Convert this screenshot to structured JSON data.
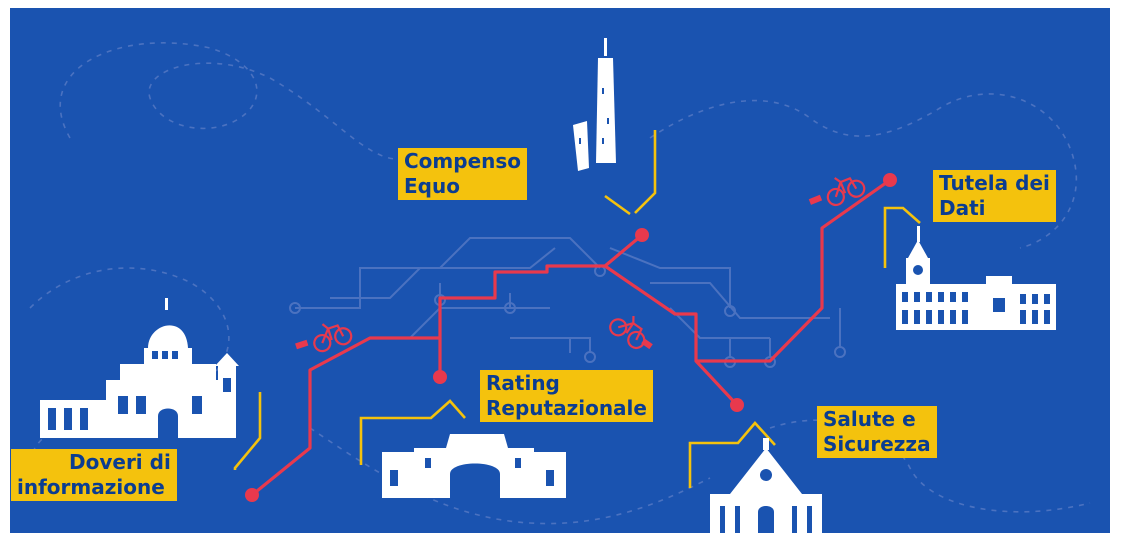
{
  "colors": {
    "background": "#1a53b0",
    "route": "#e8394d",
    "label_bg": "#f4c20d",
    "label_text": "#0b3d91",
    "building": "#ffffff",
    "callout": "#f4c20d",
    "circuit": "#4b72c0"
  },
  "labels": {
    "compenso": [
      "Compenso",
      "Equo"
    ],
    "tutela": [
      "Tutela dei",
      "Dati"
    ],
    "rating": [
      "Rating",
      "Reputazionale"
    ],
    "salute": [
      "Salute e",
      "Sicurezza"
    ],
    "doveri": [
      "Doveri di",
      "informazione"
    ]
  },
  "icons": [
    "two-towers-icon",
    "palazzo-icon",
    "sanctuary-icon",
    "city-gate-icon",
    "basilica-icon",
    "bicycle-icon"
  ]
}
